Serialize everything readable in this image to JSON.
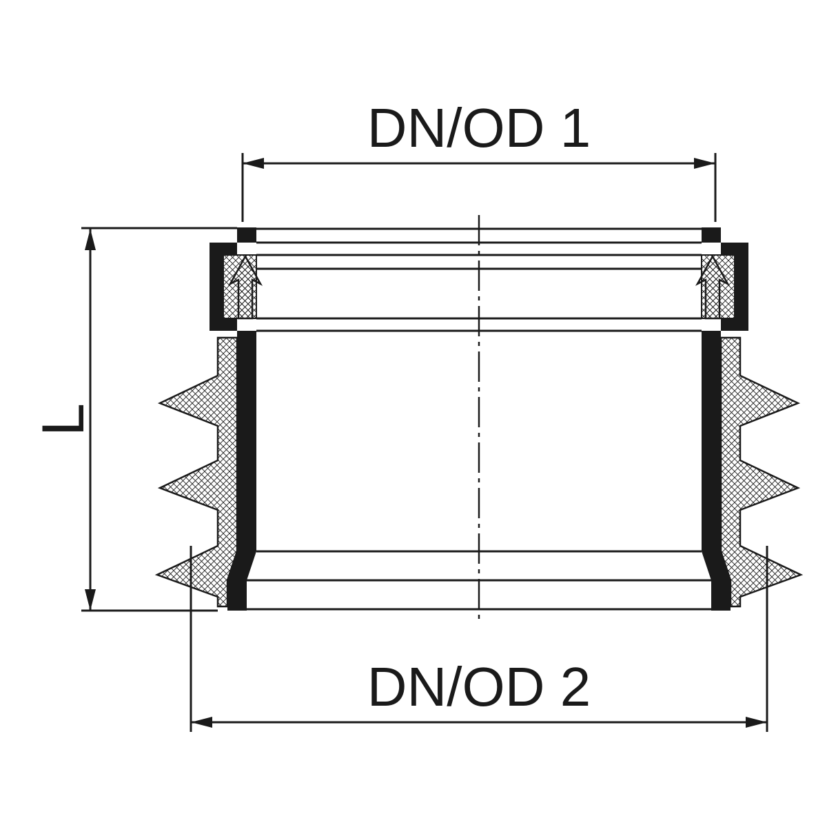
{
  "drawing": {
    "labels": {
      "dim_top": "DN/OD 1",
      "dim_bottom": "DN/OD 2",
      "dim_left": "L"
    },
    "colors": {
      "ink": "#1a1a1a",
      "background": "#ffffff"
    }
  }
}
